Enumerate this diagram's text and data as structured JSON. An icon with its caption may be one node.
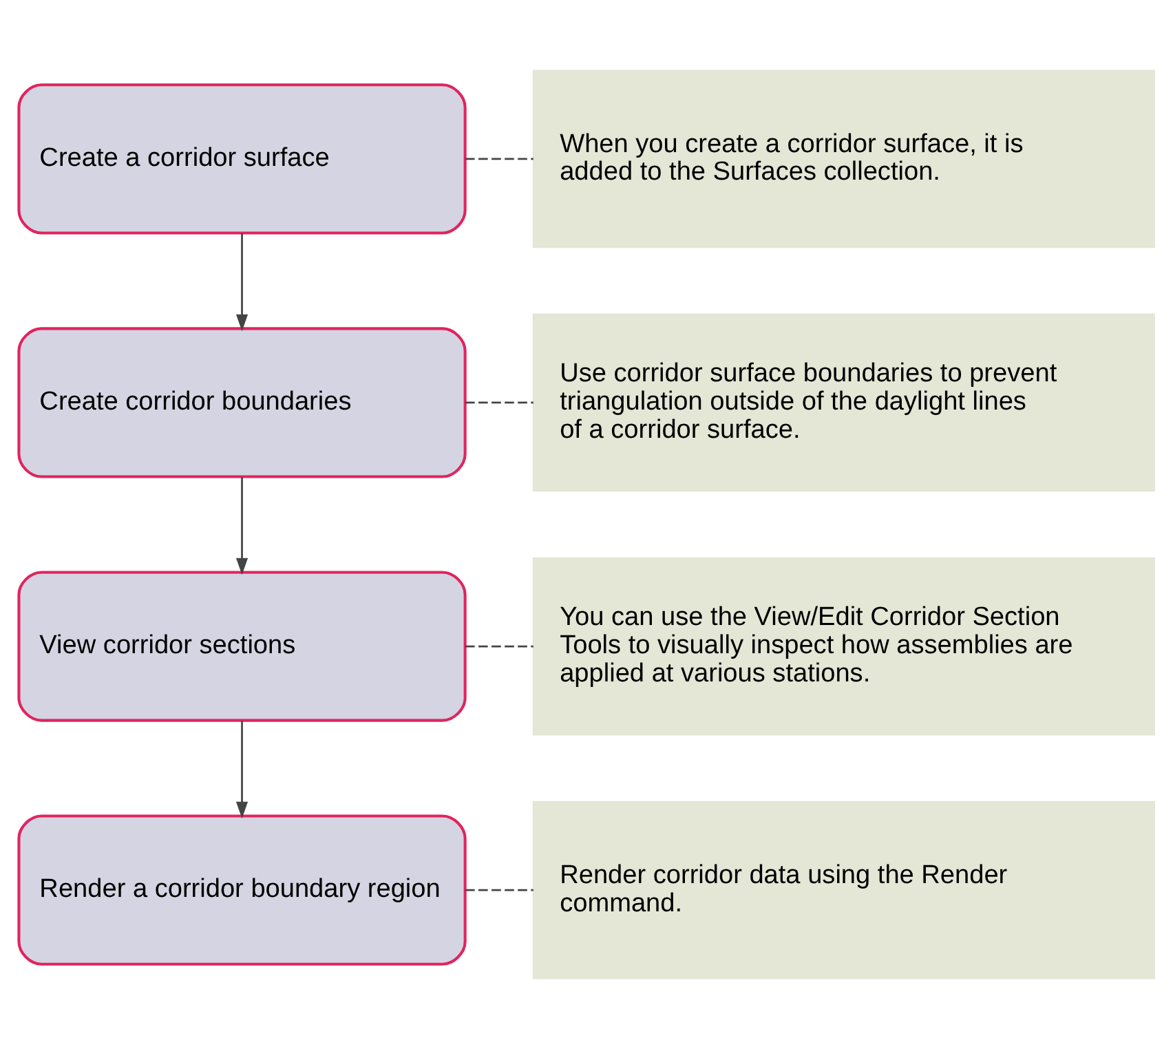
{
  "diagram": {
    "nodes": [
      {
        "text": [
          "Create a corridor surface"
        ]
      },
      {
        "text": [
          "When you create a corridor surface, it is added to the Surfaces collection."
        ]
      },
      {
        "text": [
          "Create corridor boundaries"
        ]
      },
      {
        "text": [
          "Use corridor surface boundaries to prevent triangulation outside of the daylight lines of a corridor surface."
        ]
      },
      {
        "text": [
          "View corridor sections"
        ]
      },
      {
        "text": [
          "You can use the View/Edit Corridor Section Tools to visually inspect how assemblies are applied at various stations."
        ]
      },
      {
        "text": [
          "Render a corridor boundary region"
        ]
      },
      {
        "text": [
          "Render corridor data using the Render command."
        ]
      }
    ],
    "edges": [
      {
        "from": 0,
        "to": 1,
        "arrow": "none",
        "style": "dashed"
      },
      {
        "from": 0,
        "to": 2,
        "arrow": "to"
      },
      {
        "from": 2,
        "to": 3,
        "arrow": "none",
        "style": "dashed"
      },
      {
        "from": 2,
        "to": 4,
        "arrow": "to"
      },
      {
        "from": 4,
        "to": 5,
        "arrow": "none",
        "style": "dashed"
      },
      {
        "from": 4,
        "to": 6,
        "arrow": "to"
      },
      {
        "from": 6,
        "to": 7,
        "arrow": "none",
        "style": "dashed"
      }
    ]
  }
}
